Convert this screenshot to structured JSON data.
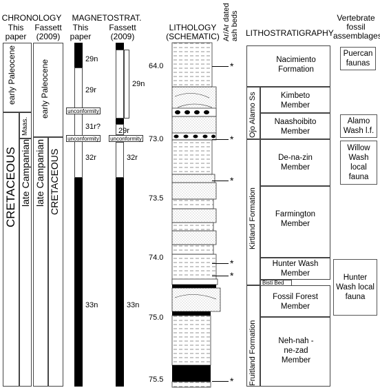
{
  "headers": {
    "chronology": "CHRONOLOGY",
    "this_paper": "This paper",
    "fassett": "Fassett (2009)",
    "magnetostrat": "MAGNETOSTRAT.",
    "mag_this_paper": "This paper",
    "mag_fassett": "Fassett (2009)",
    "lithology": "LITHOLOGY (SCHEMATIC)",
    "ash_beds": "Ar/Ar dated ash beds",
    "lithostratigraphy": "LITHOSTRATIGRAPHY",
    "vertebrate": "Vertebrate fossil assemblages"
  },
  "chronology": {
    "this_paper_paleocene": "early Paleocene",
    "this_paper_cretaceous": "CRETACEOUS",
    "this_paper_maas": "Maas.",
    "this_paper_campanian": "late Campanian",
    "fassett_paleocene": "early Paleocene",
    "fassett_campanian": "late Campanian",
    "fassett_cretaceous": "CRETACEOUS"
  },
  "magnetostrat": {
    "this_paper_chrons": [
      "29n",
      "29r",
      "31r?",
      "32r",
      "33n"
    ],
    "fassett_chrons": [
      "29n",
      "29r",
      "32r",
      "33n"
    ],
    "unconformity": "unconformity"
  },
  "ages": [
    "64.0",
    "73.0",
    "73.5",
    "74.0",
    "75.0",
    "75.5"
  ],
  "ash_marker": "*",
  "formations": {
    "ojo_alamo": "Ojo Alamo Ss",
    "kirtland": "Kirtland Formation",
    "fruitland": "Fruitland Formation"
  },
  "members": {
    "nacimiento": "Nacimiento Formation",
    "kimbeto": "Kimbeto Member",
    "naashoibito": "Naashoibito Member",
    "denazin": "De-na-zin Member",
    "farmington": "Farmington Member",
    "hunter_wash": "Hunter Wash Member",
    "bisti_bed": "Bisti Bed",
    "fossil_forest": "Fossil Forest Member",
    "nehnah": "Neh-nah -ne-zad Member"
  },
  "faunas": {
    "puercan": "Puercan faunas",
    "alamo_wash": "Alamo Wash l.f.",
    "willow_wash": "Willow Wash local fauna",
    "hunter_wash": "Hunter Wash local fauna"
  }
}
